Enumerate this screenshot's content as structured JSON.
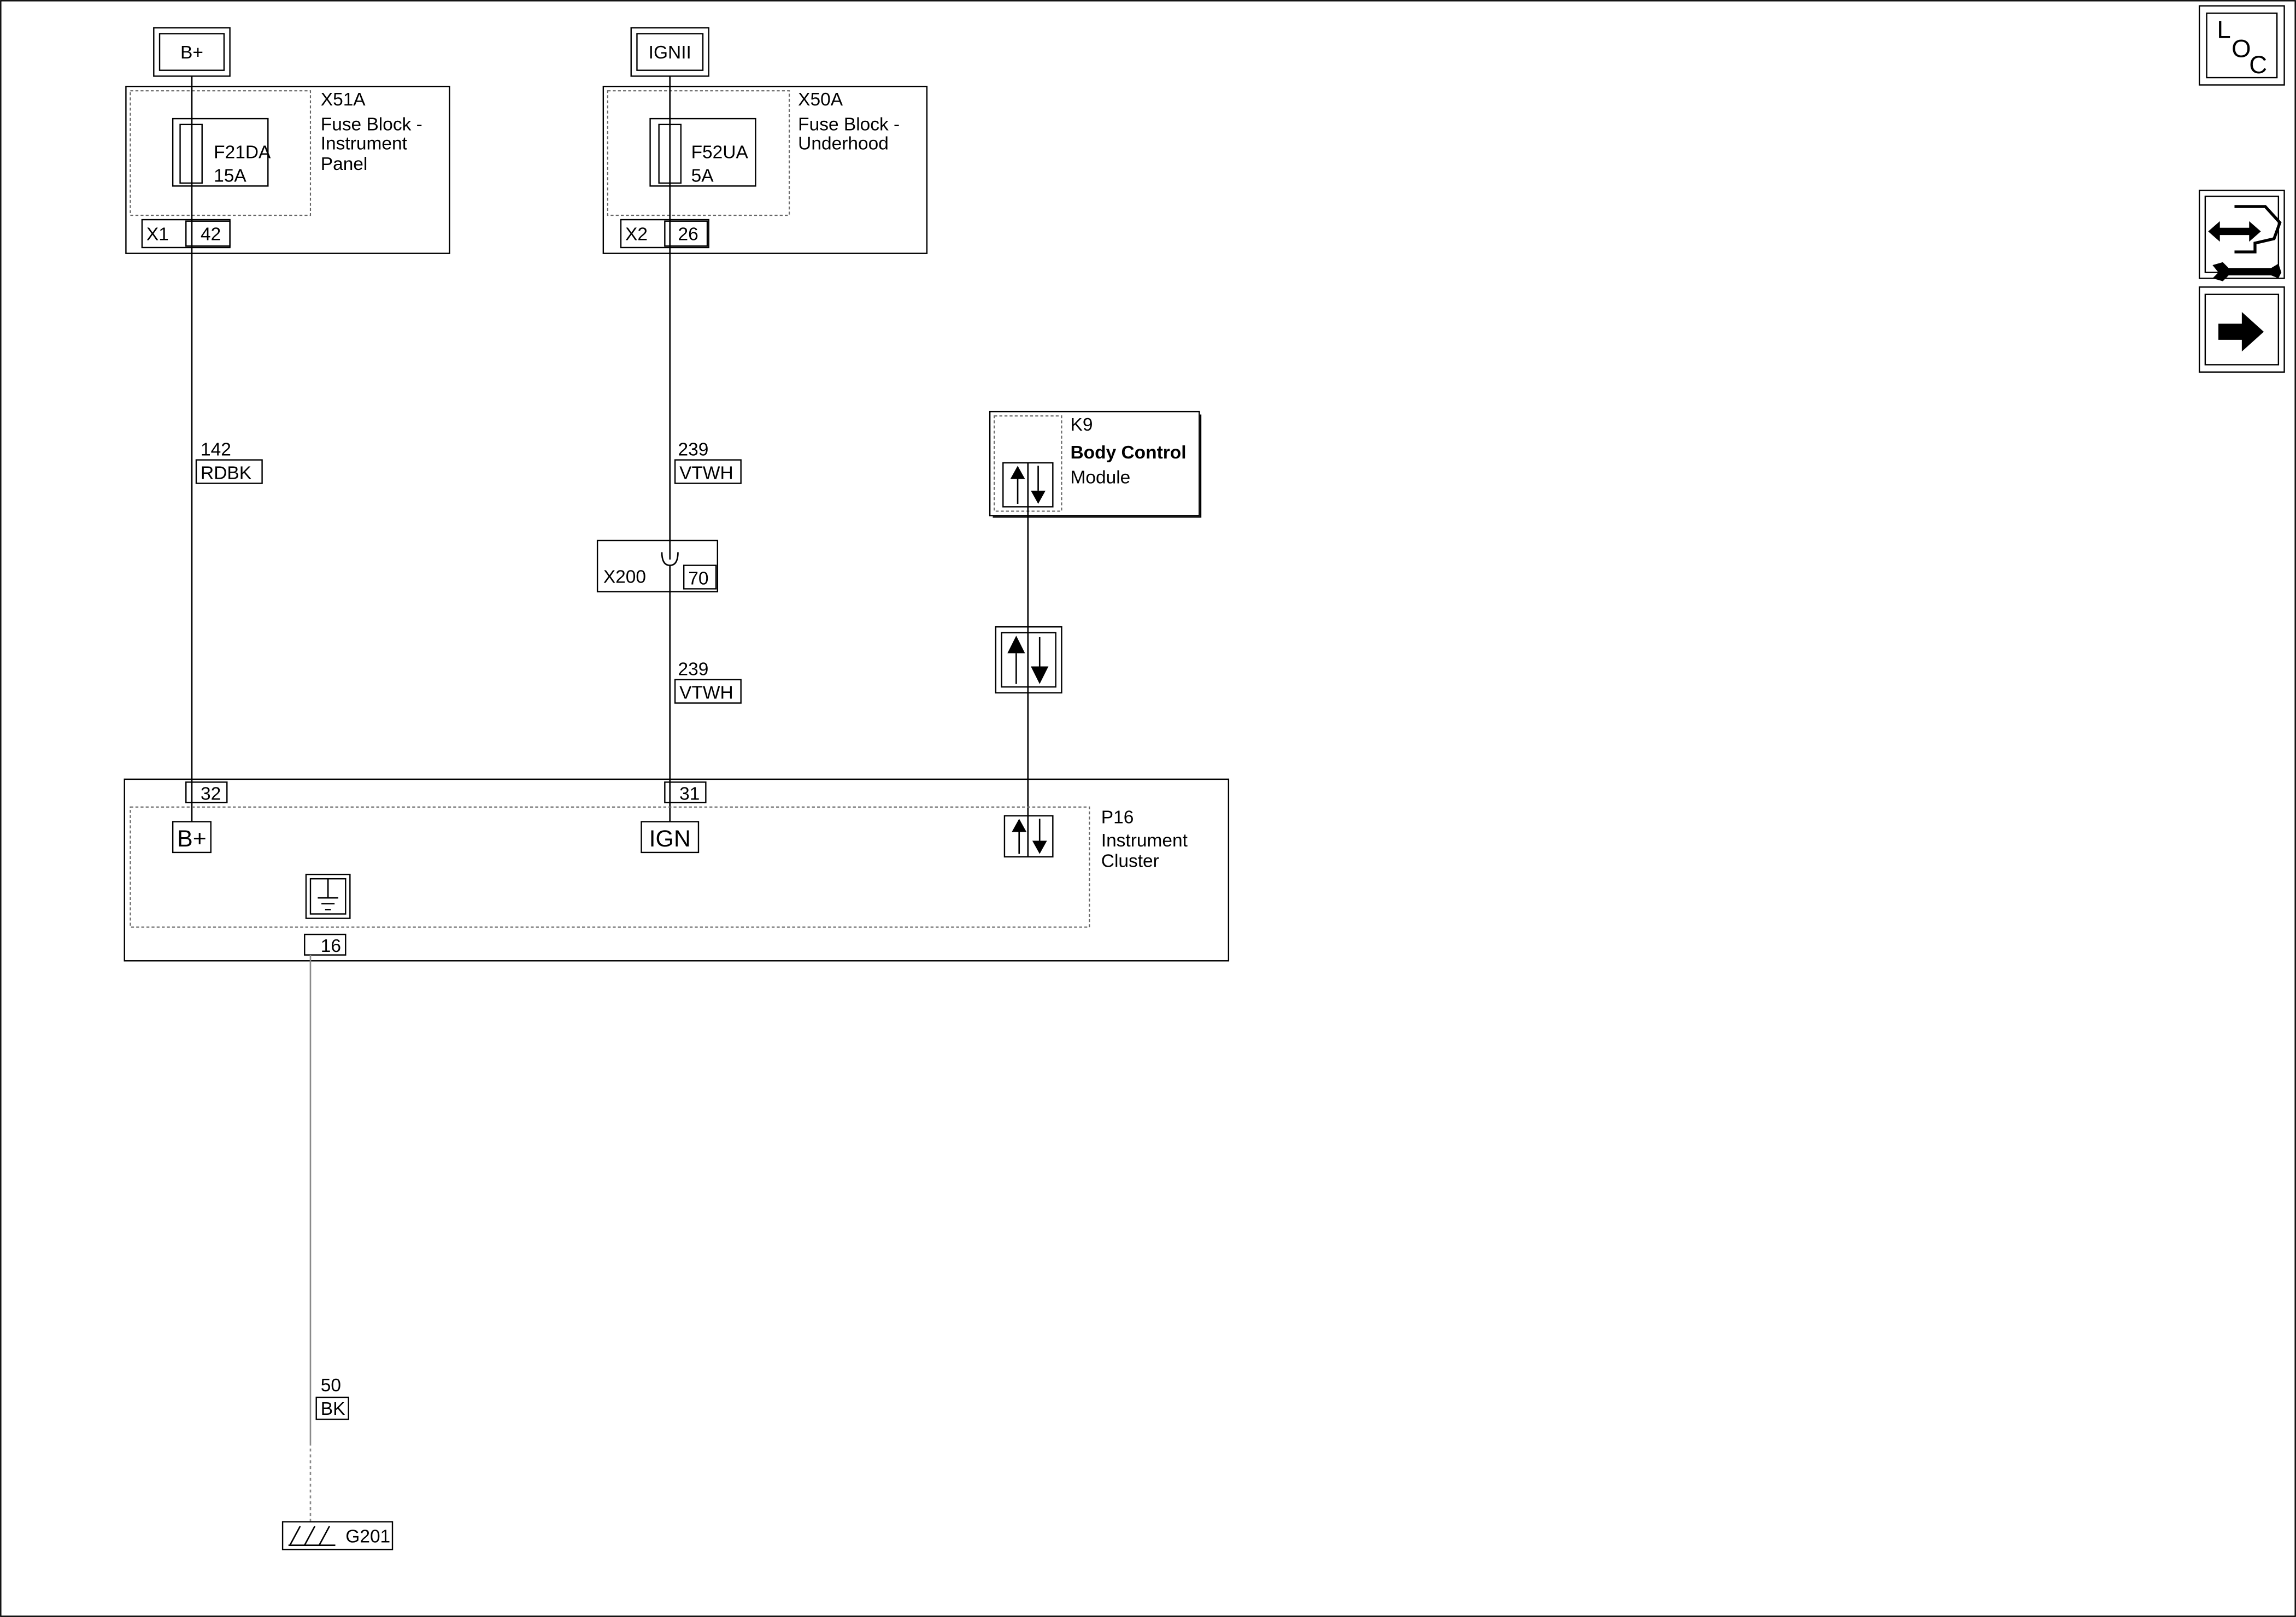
{
  "sources": {
    "b_plus": "B+",
    "ignii": "IGNII"
  },
  "fuse_block_ip": {
    "id": "X51A",
    "name_lines": [
      "Fuse Block -",
      "Instrument",
      "Panel"
    ],
    "fuse_id": "F21DA",
    "fuse_rating": "15A",
    "connector": "X1",
    "pin": "42"
  },
  "fuse_block_uh": {
    "id": "X50A",
    "name_lines": [
      "Fuse Block -",
      "Underhood"
    ],
    "fuse_id": "F52UA",
    "fuse_rating": "5A",
    "connector": "X2",
    "pin": "26"
  },
  "wires": {
    "w142": {
      "circuit": "142",
      "color": "RDBK"
    },
    "w239_upper": {
      "circuit": "239",
      "color": "VTWH"
    },
    "w239_lower": {
      "circuit": "239",
      "color": "VTWH"
    },
    "w50": {
      "circuit": "50",
      "color": "BK"
    }
  },
  "inline_connector": {
    "id": "X200",
    "pin": "70"
  },
  "bcm": {
    "id": "K9",
    "name_lines": [
      "Body Control",
      "Module"
    ],
    "data_icon": "bidirectional-data-icon"
  },
  "cluster": {
    "id": "P16",
    "name_lines": [
      "Instrument",
      "Cluster"
    ],
    "pins": {
      "b_plus": "32",
      "ign": "31",
      "ground": "16"
    },
    "inputs": {
      "b_plus": "B+",
      "ign": "IGN"
    },
    "ground_icon": "internal-ground-icon",
    "data_icon": "bidirectional-data-icon"
  },
  "ground": {
    "id": "G201",
    "icon": "chassis-ground-icon"
  },
  "nav_icons": {
    "loc": {
      "letters": [
        "L",
        "O",
        "C"
      ],
      "icon": "component-locator-icon"
    },
    "connector_view": {
      "icon": "connector-end-view-icon"
    },
    "next": {
      "icon": "right-arrow-icon"
    }
  }
}
